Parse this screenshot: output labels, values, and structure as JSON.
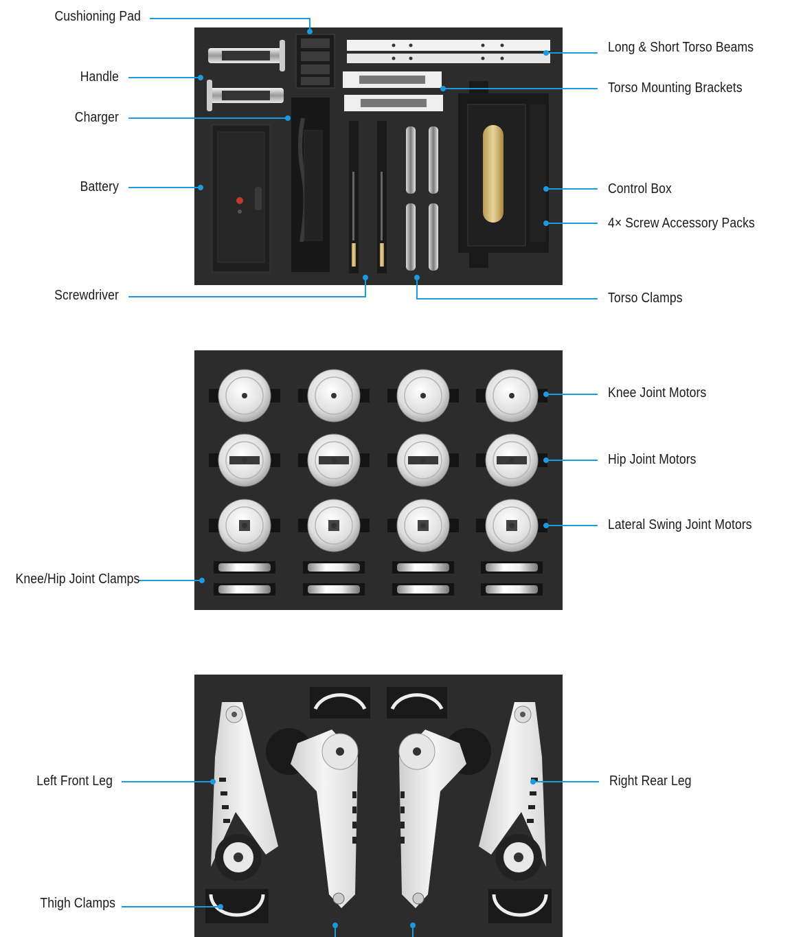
{
  "labels": {
    "cushioning_pad": "Cushioning Pad",
    "handle": "Handle",
    "charger": "Charger",
    "battery": "Battery",
    "screwdriver": "Screwdriver",
    "long_short_torso_beams": "Long & Short Torso Beams",
    "torso_mounting_brackets": "Torso Mounting Brackets",
    "control_box": "Control Box",
    "screw_accessory_packs": "4× Screw Accessory Packs",
    "torso_clamps": "Torso Clamps",
    "knee_joint_motors": "Knee Joint Motors",
    "hip_joint_motors": "Hip Joint Motors",
    "lateral_swing_joint_motors": "Lateral Swing Joint Motors",
    "knee_hip_joint_clamps": "Knee/Hip Joint Clamps",
    "left_front_leg": "Left Front Leg",
    "right_rear_leg": "Right Rear Leg",
    "thigh_clamps": "Thigh Clamps"
  },
  "colors": {
    "leader_line": "#1a9be0",
    "tray": "#2c2c2c",
    "label_text": "#1a1a1a"
  },
  "icons": {
    "leader_dot": "filled-circle"
  }
}
